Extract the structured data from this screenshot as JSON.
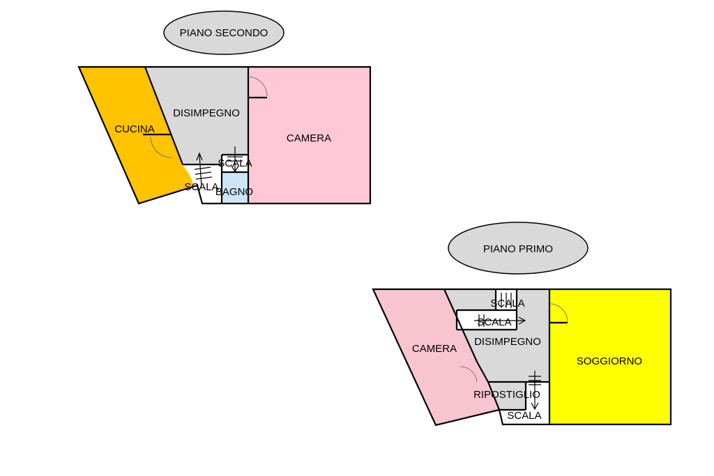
{
  "floors": [
    {
      "title": "PIANO SECONDO",
      "rooms": [
        {
          "label": "CUCINA",
          "fill": "#FFC300"
        },
        {
          "label": "DISIMPEGNO",
          "fill": "#D9D9D9"
        },
        {
          "label": "CAMERA",
          "fill": "#FFC8D6"
        },
        {
          "label": "SCALA",
          "fill": "#FFFFFF"
        },
        {
          "label": "SCALA",
          "fill": "#FFFFFF"
        },
        {
          "label": "BAGNO",
          "fill": "#CDE6F7"
        }
      ]
    },
    {
      "title": "PIANO PRIMO",
      "rooms": [
        {
          "label": "CAMERA",
          "fill": "#F7C4D0"
        },
        {
          "label": "SCALA",
          "fill": "#FFFFFF"
        },
        {
          "label": "SCALA",
          "fill": "#FFFFFF"
        },
        {
          "label": "DISIMPEGNO",
          "fill": "#D9D9D9"
        },
        {
          "label": "SOGGIORNO",
          "fill": "#FFFF00"
        },
        {
          "label": "RIPOSTIGLIO",
          "fill": "#D9D9D9"
        },
        {
          "label": "SCALA",
          "fill": "#FFFFFF"
        }
      ]
    }
  ],
  "colors": {
    "title_badge": "#D9D9D9",
    "walls": "#000000",
    "door_arc": "#777777"
  }
}
